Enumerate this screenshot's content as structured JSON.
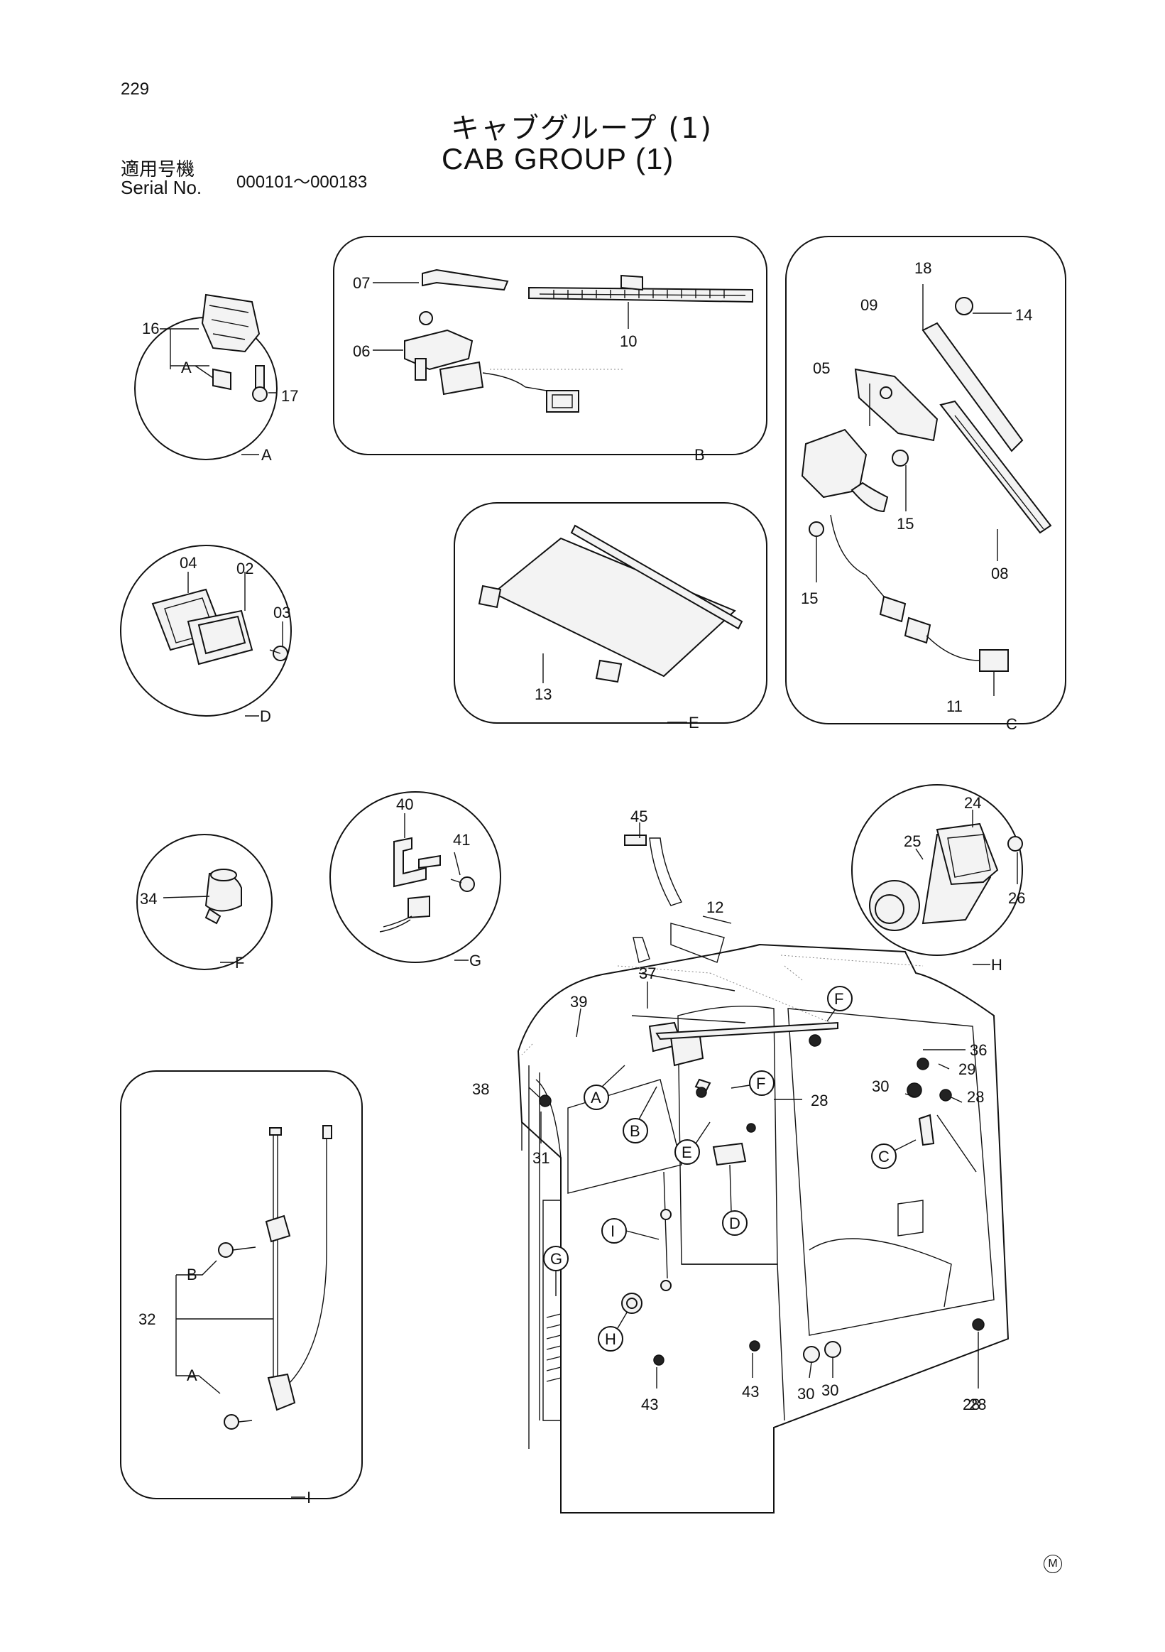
{
  "header": {
    "page_number": "229",
    "title_jp": "キャブグループ (1)",
    "title_en": "CAB GROUP (1)",
    "serial_label_jp": "適用号機",
    "serial_label_en": "Serial No.",
    "serial_range": "000101～000183"
  },
  "panels": {
    "A": {
      "letter": "A",
      "parts": [
        "16",
        "17"
      ],
      "sub": [
        "A"
      ]
    },
    "B": {
      "letter": "B",
      "parts": [
        "07",
        "06",
        "10"
      ]
    },
    "C": {
      "letter": "C",
      "parts": [
        "18",
        "09",
        "05",
        "14",
        "15",
        "15",
        "08",
        "11"
      ]
    },
    "D": {
      "letter": "D",
      "parts": [
        "04",
        "02",
        "03"
      ]
    },
    "E": {
      "letter": "E",
      "parts": [
        "13"
      ]
    },
    "F": {
      "letter": "F",
      "parts": [
        "34"
      ]
    },
    "G": {
      "letter": "G",
      "parts": [
        "40",
        "41"
      ]
    },
    "H": {
      "letter": "H",
      "parts": [
        "25",
        "24",
        "26"
      ]
    },
    "I": {
      "letter": "I",
      "parts": [
        "32"
      ],
      "sub": [
        "B",
        "A"
      ]
    }
  },
  "main": {
    "parts": [
      "45",
      "12",
      "37",
      "39",
      "36",
      "38",
      "29",
      "28",
      "30",
      "28",
      "31",
      "28",
      "43",
      "43",
      "30",
      "30",
      "28"
    ],
    "callouts": [
      "F",
      "F",
      "A",
      "B",
      "E",
      "C",
      "D",
      "I",
      "G",
      "H"
    ]
  },
  "footer_mark": "M"
}
